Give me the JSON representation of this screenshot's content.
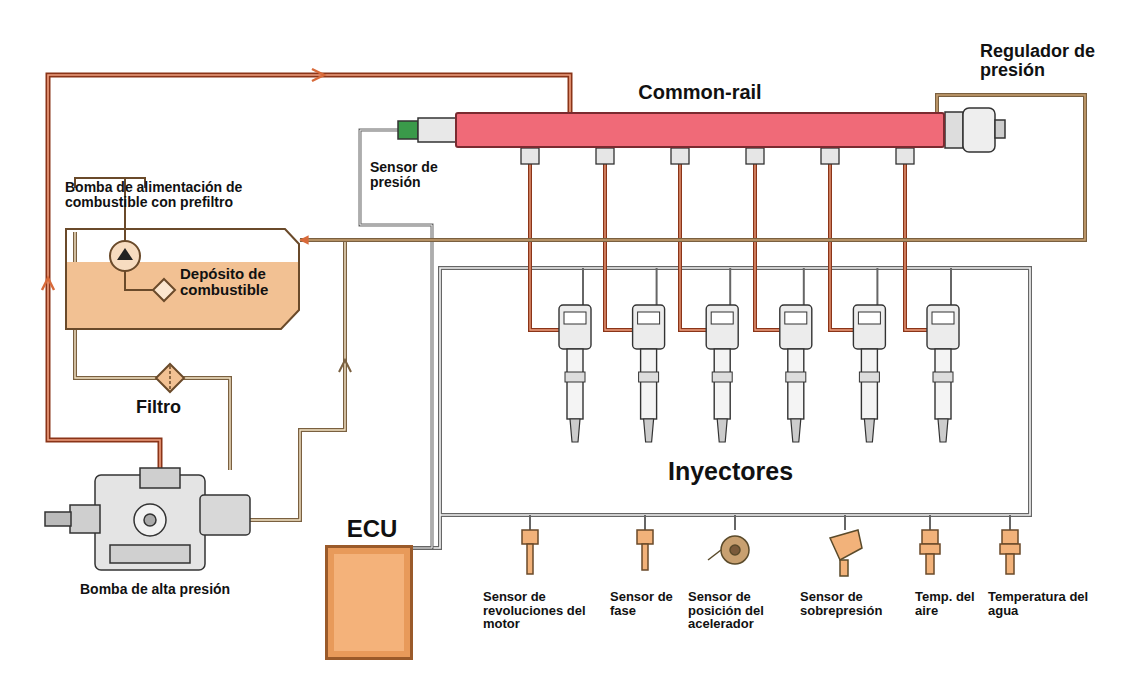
{
  "diagram": {
    "nodes": [
      {
        "text": [
          "Depósito de combustible"
        ]
      },
      {
        "text": [
          "Common-rail"
        ]
      },
      {
        "text": [
          "ECU"
        ]
      }
    ],
    "edges": [
      {
        "from": 1,
        "to": 0,
        "arrow": "to"
      }
    ],
    "labels": [
      "Regulador de presión",
      "Sensor de presión",
      "Bomba de alimentación de combustible con prefiltro",
      "Filtro",
      "Bomba de alta presión",
      "Inyectores",
      "Sensor de revoluciones del motor",
      "Sensor de fase",
      "Sensor de posición del acelerador",
      "Sensor de sobrepresión",
      "Temp. del aire",
      "Temperatura del agua"
    ]
  }
}
